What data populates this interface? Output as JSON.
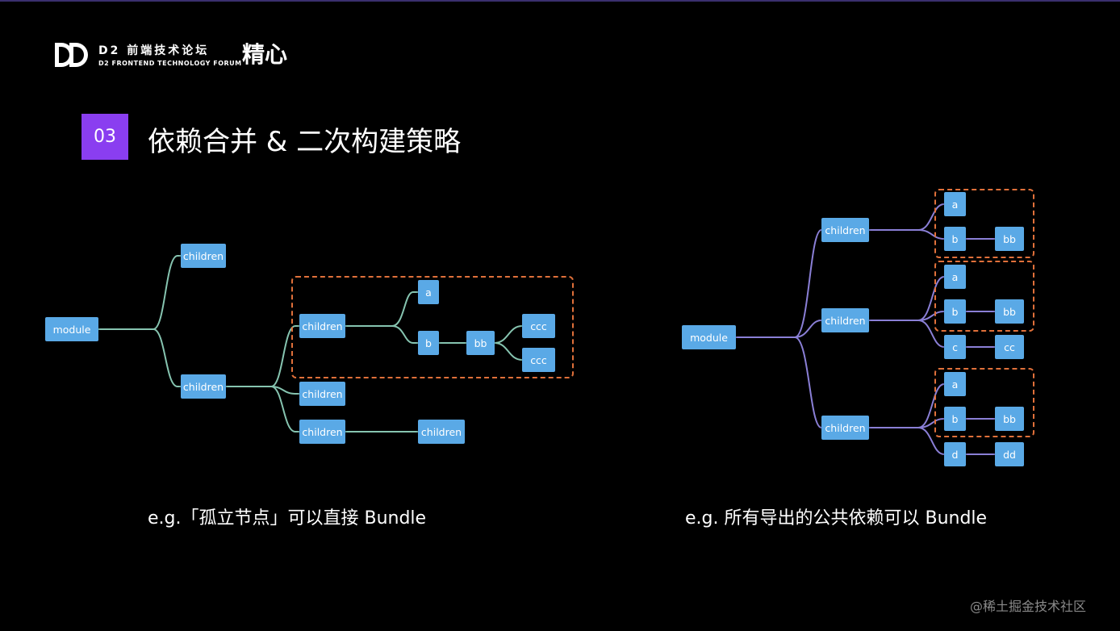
{
  "header": {
    "logo_cn": "D2 前端技术论坛",
    "logo_en": "D2 FRONTEND TECHNOLOGY FORUM",
    "brand": "精心"
  },
  "section": {
    "number": "03",
    "title": "依赖合并 & 二次构建策略"
  },
  "colors": {
    "background": "#000000",
    "section_badge": "#8a3ef0",
    "node_fill": "#5aa9e6",
    "left_links": "#86c4b0",
    "right_links": "#8a7fd6",
    "group_border": "#e0703a"
  },
  "left_diagram": {
    "root": "module",
    "branches": [
      {
        "label": "children",
        "children": []
      },
      {
        "label": "children",
        "children": [
          {
            "label": "children",
            "grouped": true,
            "children": [
              {
                "label": "a",
                "children": []
              },
              {
                "label": "b",
                "children": [
                  {
                    "label": "bb",
                    "children": [
                      {
                        "label": "ccc"
                      },
                      {
                        "label": "ccc"
                      }
                    ]
                  }
                ]
              }
            ]
          },
          {
            "label": "children",
            "children": []
          },
          {
            "label": "children",
            "children": [
              {
                "label": "children"
              }
            ]
          }
        ]
      }
    ],
    "caption": "e.g.「孤立节点」可以直接 Bundle"
  },
  "right_diagram": {
    "root": "module",
    "branches": [
      {
        "label": "children",
        "children": [
          {
            "label": "a",
            "grouped": true
          },
          {
            "label": "b",
            "grouped": true,
            "child": "bb"
          }
        ]
      },
      {
        "label": "children",
        "children": [
          {
            "label": "a",
            "grouped": true
          },
          {
            "label": "b",
            "grouped": true,
            "child": "bb"
          },
          {
            "label": "c",
            "grouped": false,
            "child": "cc"
          }
        ]
      },
      {
        "label": "children",
        "children": [
          {
            "label": "a",
            "grouped": true
          },
          {
            "label": "b",
            "grouped": true,
            "child": "bb"
          },
          {
            "label": "d",
            "grouped": false,
            "child": "dd"
          }
        ]
      }
    ],
    "caption": "e.g. 所有导出的公共依赖可以 Bundle"
  },
  "watermark": "@稀土掘金技术社区"
}
